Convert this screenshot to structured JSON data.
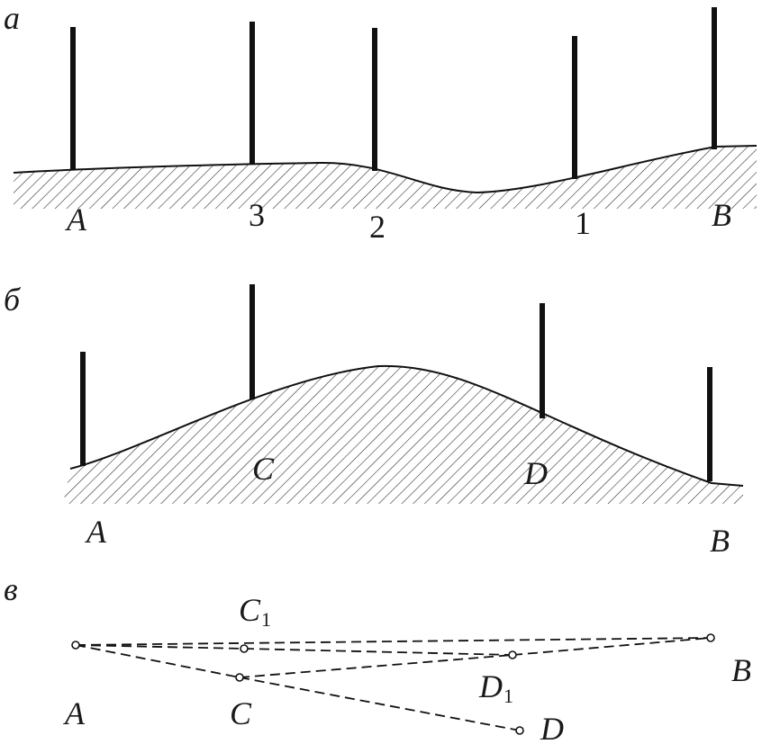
{
  "panels": {
    "a": {
      "letter": "а",
      "labels": {
        "A": "A",
        "p3": "3",
        "p2": "2",
        "p1": "1",
        "B": "B"
      }
    },
    "b": {
      "letter": "б",
      "labels": {
        "C": "C",
        "D": "D",
        "A": "A",
        "B": "B"
      }
    },
    "v": {
      "letter": "в",
      "labels": {
        "C1": "C",
        "C1sub": "1",
        "B": "B",
        "D1": "D",
        "D1sub": "1",
        "A": "A",
        "C": "C",
        "D": "D"
      }
    }
  }
}
